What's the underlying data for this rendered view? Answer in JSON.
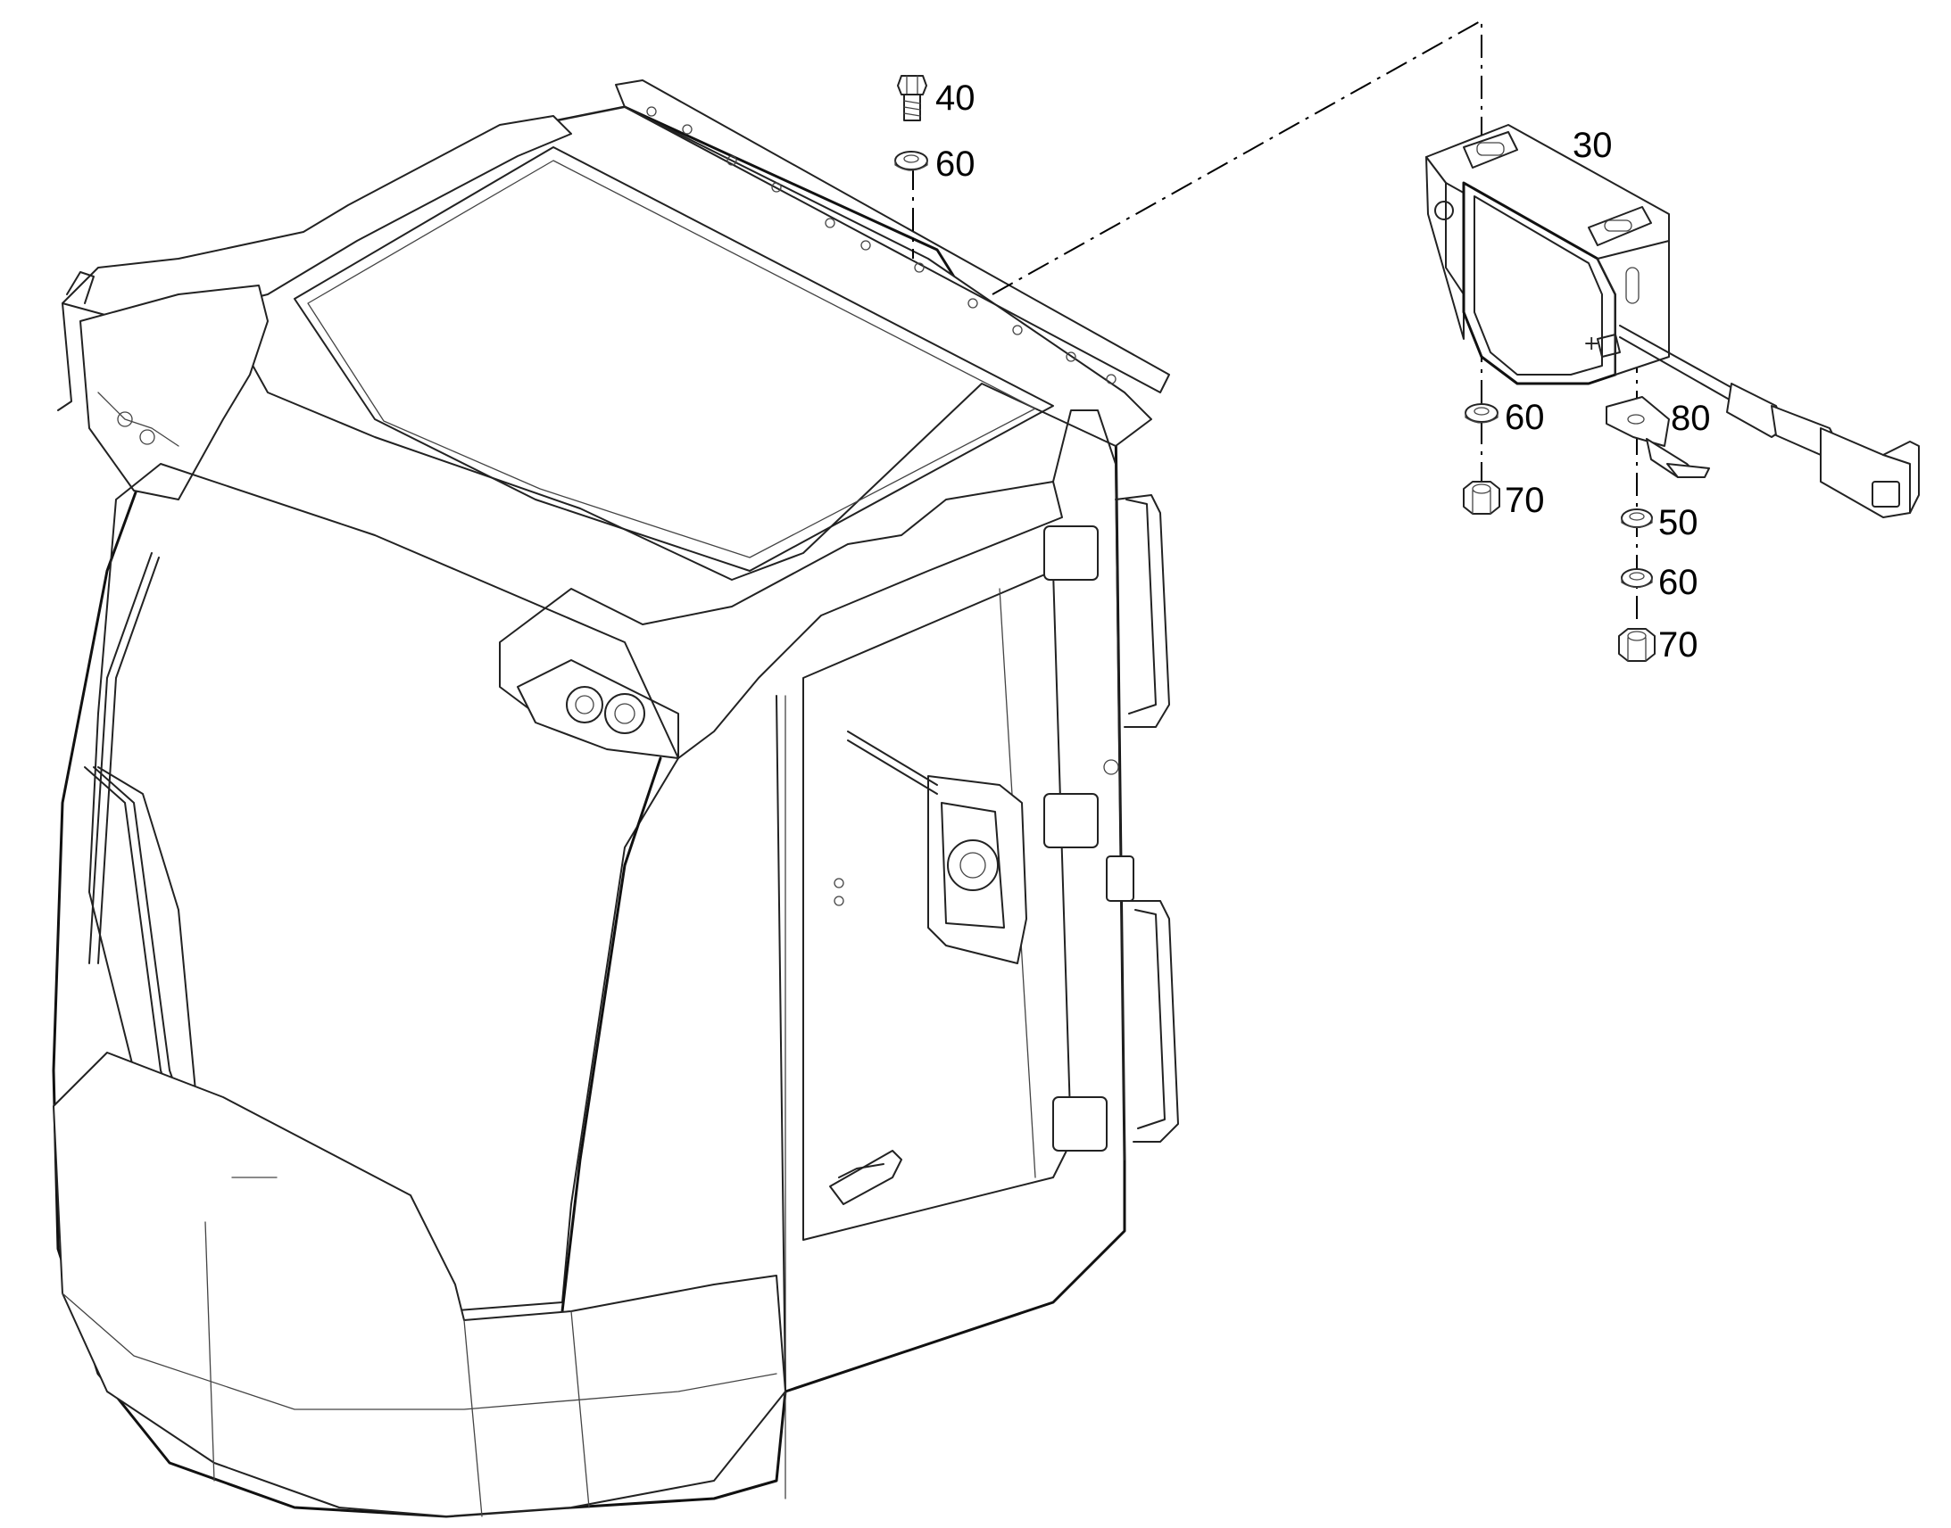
{
  "callouts": {
    "bolt": "40",
    "washer_top": "60",
    "alarm_unit": "30",
    "washer_left": "60",
    "nut_left": "70",
    "bracket": "80",
    "washer_50": "50",
    "washer_right": "60",
    "nut_right": "70"
  },
  "icons": {
    "cab": "cab-assembly-icon",
    "alarm": "backup-alarm-icon",
    "bolt": "bolt-icon",
    "washer": "washer-icon",
    "nut": "hex-nut-icon",
    "bracket": "ground-bracket-icon",
    "connector": "connector-icon"
  },
  "colors": {
    "line": "#222222",
    "background": "#ffffff"
  }
}
